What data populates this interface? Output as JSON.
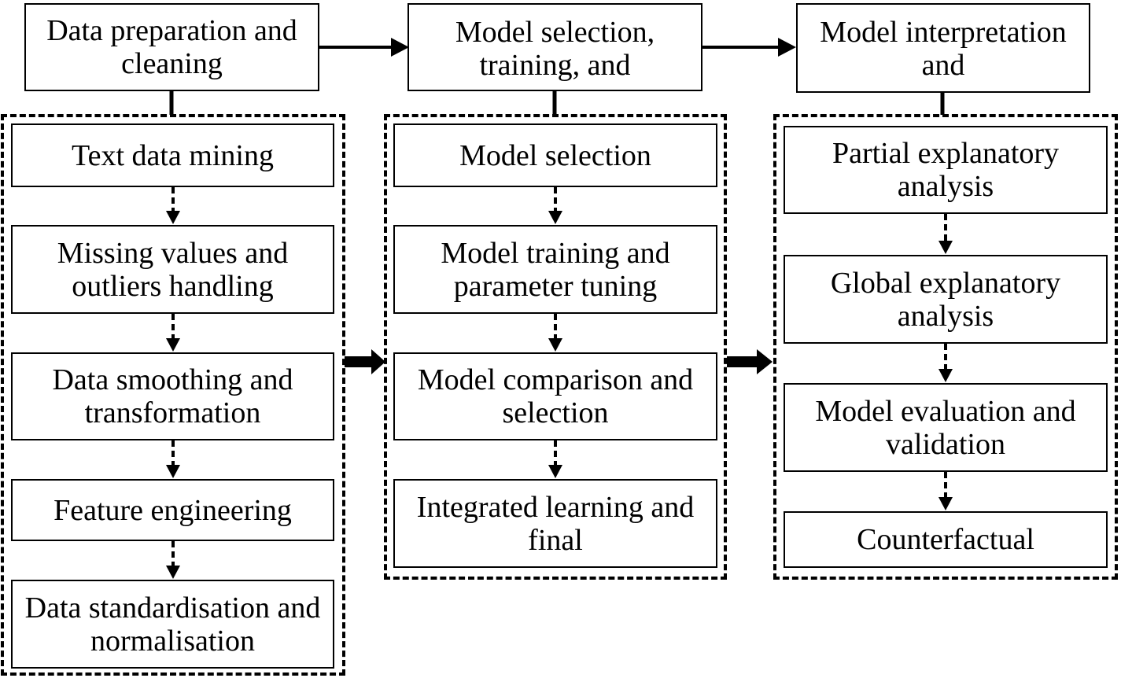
{
  "stages": [
    {
      "title": "Data preparation and cleaning",
      "steps": [
        "Text data mining",
        "Missing values and outliers handling",
        "Data smoothing and transformation",
        "Feature engineering",
        "Data standardisation and normalisation"
      ]
    },
    {
      "title": "Model selection, training, and",
      "steps": [
        "Model selection",
        "Model training and parameter tuning",
        "Model comparison and selection",
        "Integrated learning and final"
      ]
    },
    {
      "title": "Model interpretation and",
      "steps": [
        "Partial explanatory analysis",
        "Global explanatory analysis",
        "Model evaluation and validation",
        "Counterfactual"
      ]
    }
  ],
  "colors": {
    "line": "#000000",
    "background": "#ffffff"
  }
}
